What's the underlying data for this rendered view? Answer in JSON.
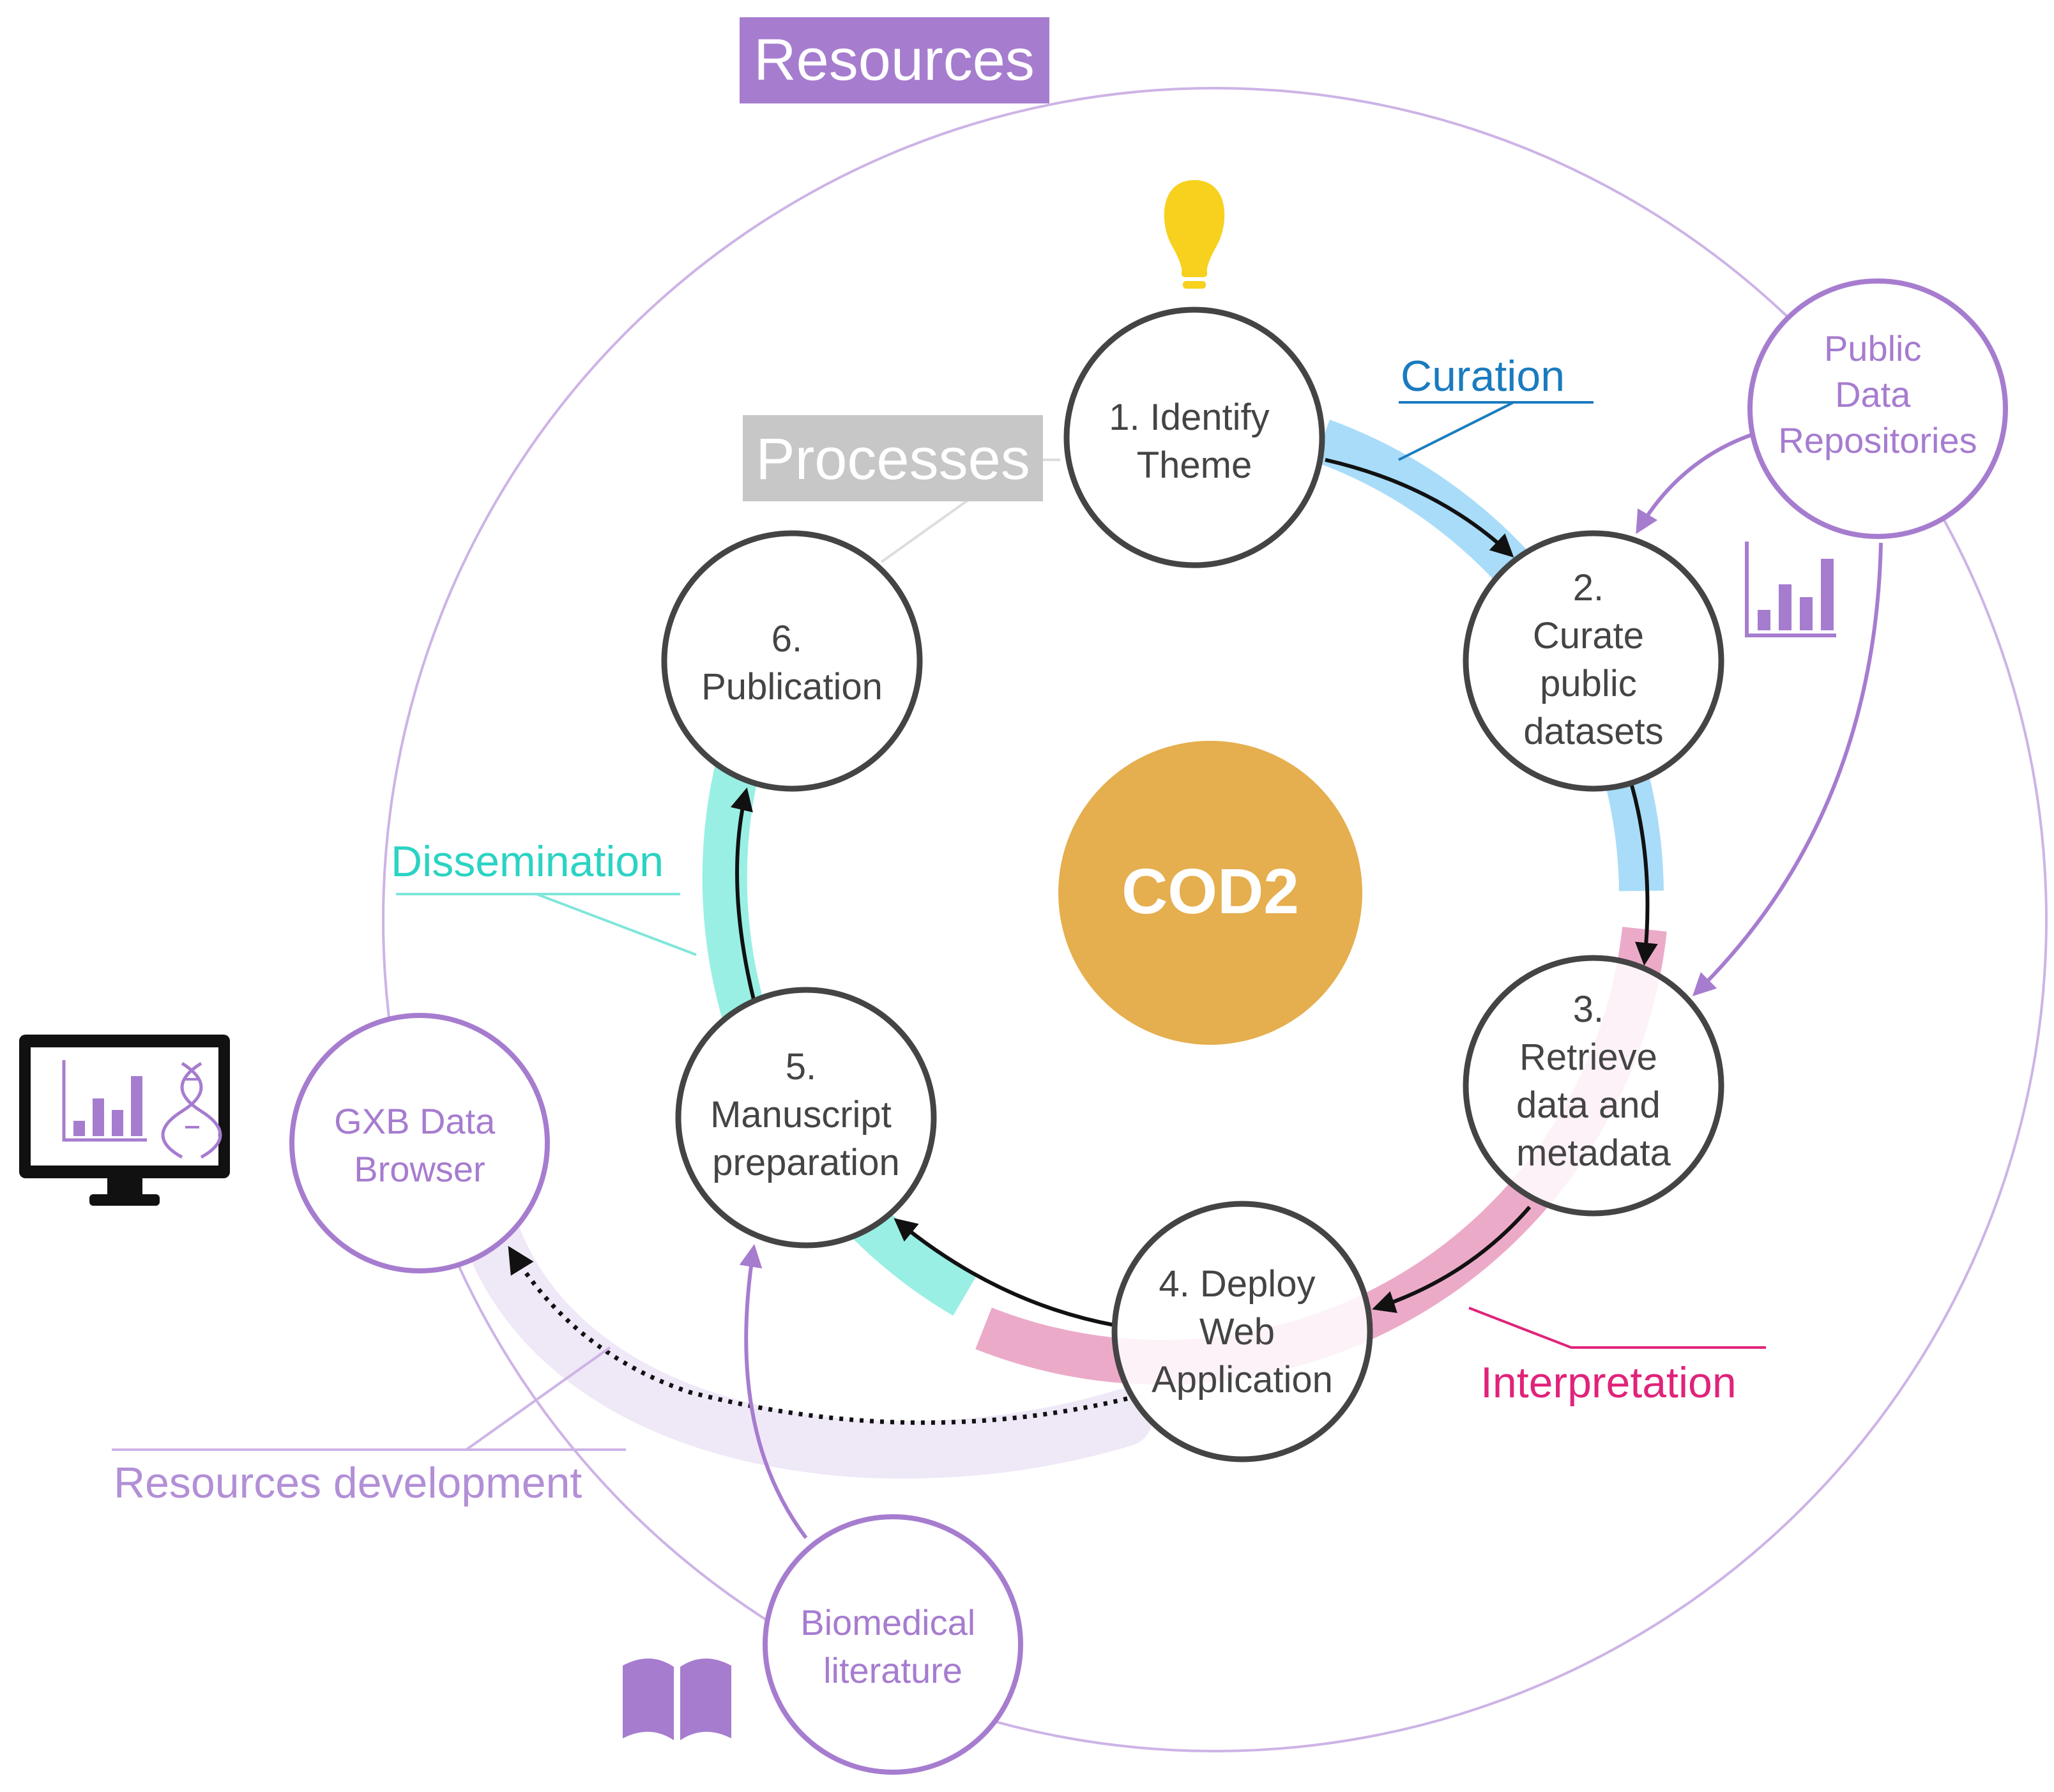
{
  "title": "",
  "center": {
    "label": "COD2"
  },
  "banners": {
    "resources": "Resources",
    "processes": "Processes"
  },
  "phases": {
    "curation": {
      "label": "Curation",
      "color": "#1a7bbf"
    },
    "interpretation": {
      "label": "Interpretation",
      "color": "#e0237a"
    },
    "dissemination": {
      "label": "Dissemination",
      "color": "#2bd3c3"
    },
    "resources_development": {
      "label": "Resources development",
      "color": "#a67ccf"
    }
  },
  "steps": [
    {
      "id": "identify-theme",
      "lines": [
        "1. Identify",
        "Theme"
      ]
    },
    {
      "id": "curate-public-datasets",
      "lines": [
        "2.",
        "Curate",
        "public",
        "datasets"
      ]
    },
    {
      "id": "retrieve-data-and-metadata",
      "lines": [
        "3.",
        "Retrieve",
        "data and",
        "metadata"
      ]
    },
    {
      "id": "deploy-web-application",
      "lines": [
        "4. Deploy",
        "Web",
        "Application"
      ]
    },
    {
      "id": "manuscript-preparation",
      "lines": [
        "5.",
        "Manuscript",
        "preparation"
      ]
    },
    {
      "id": "publication",
      "lines": [
        "6.",
        "Publication"
      ]
    }
  ],
  "resources": [
    {
      "id": "public-data-repositories",
      "lines": [
        "Public",
        "Data",
        "Repositories"
      ]
    },
    {
      "id": "gxb-data-browser",
      "lines": [
        "GXB Data",
        "Browser"
      ]
    },
    {
      "id": "biomedical-literature",
      "lines": [
        "Biomedical",
        "literature"
      ]
    }
  ],
  "icons": [
    "lightbulb-icon",
    "bar-chart-icon",
    "monitor-icon",
    "dna-icon",
    "book-icon"
  ],
  "colors": {
    "center_fill": "#e5ae4e",
    "resource_purple": "#a67ccf",
    "curation_band": "#a8dcf9",
    "interpretation_band": "#ecaac9",
    "dissemination_band": "#99efe4",
    "resources_band": "#efe8f7",
    "lightbulb": "#f7d11e"
  }
}
